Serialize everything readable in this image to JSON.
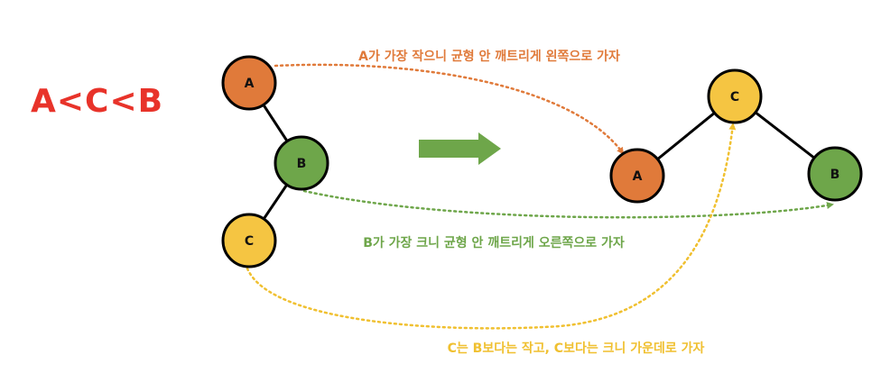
{
  "title": "A<C<B",
  "colors": {
    "title": "#e8332a",
    "orange": "#e07a3a",
    "green": "#6ea64a",
    "yellow": "#f5c542",
    "caption_orange": "#e07a3a",
    "caption_green": "#6ea64a",
    "caption_yellow": "#f0c030",
    "arrow": "#6ea64a",
    "outline": "#000000"
  },
  "before_tree": {
    "nodes": [
      {
        "id": "A",
        "label": "A",
        "color": "orange"
      },
      {
        "id": "B",
        "label": "B",
        "color": "green"
      },
      {
        "id": "C",
        "label": "C",
        "color": "yellow"
      }
    ]
  },
  "after_tree": {
    "nodes": [
      {
        "id": "C",
        "label": "C",
        "color": "yellow"
      },
      {
        "id": "A",
        "label": "A",
        "color": "orange"
      },
      {
        "id": "B",
        "label": "B",
        "color": "green"
      }
    ]
  },
  "captions": {
    "a_move": "A가 가장 작으니 균형 안 깨트리게 왼쪽으로 가자",
    "b_move": "B가 가장 크니 균형 안 깨트리게 오른쪽으로 가자",
    "c_move": "C는 B보다는 작고, C보다는 크니 가운데로 가자"
  }
}
